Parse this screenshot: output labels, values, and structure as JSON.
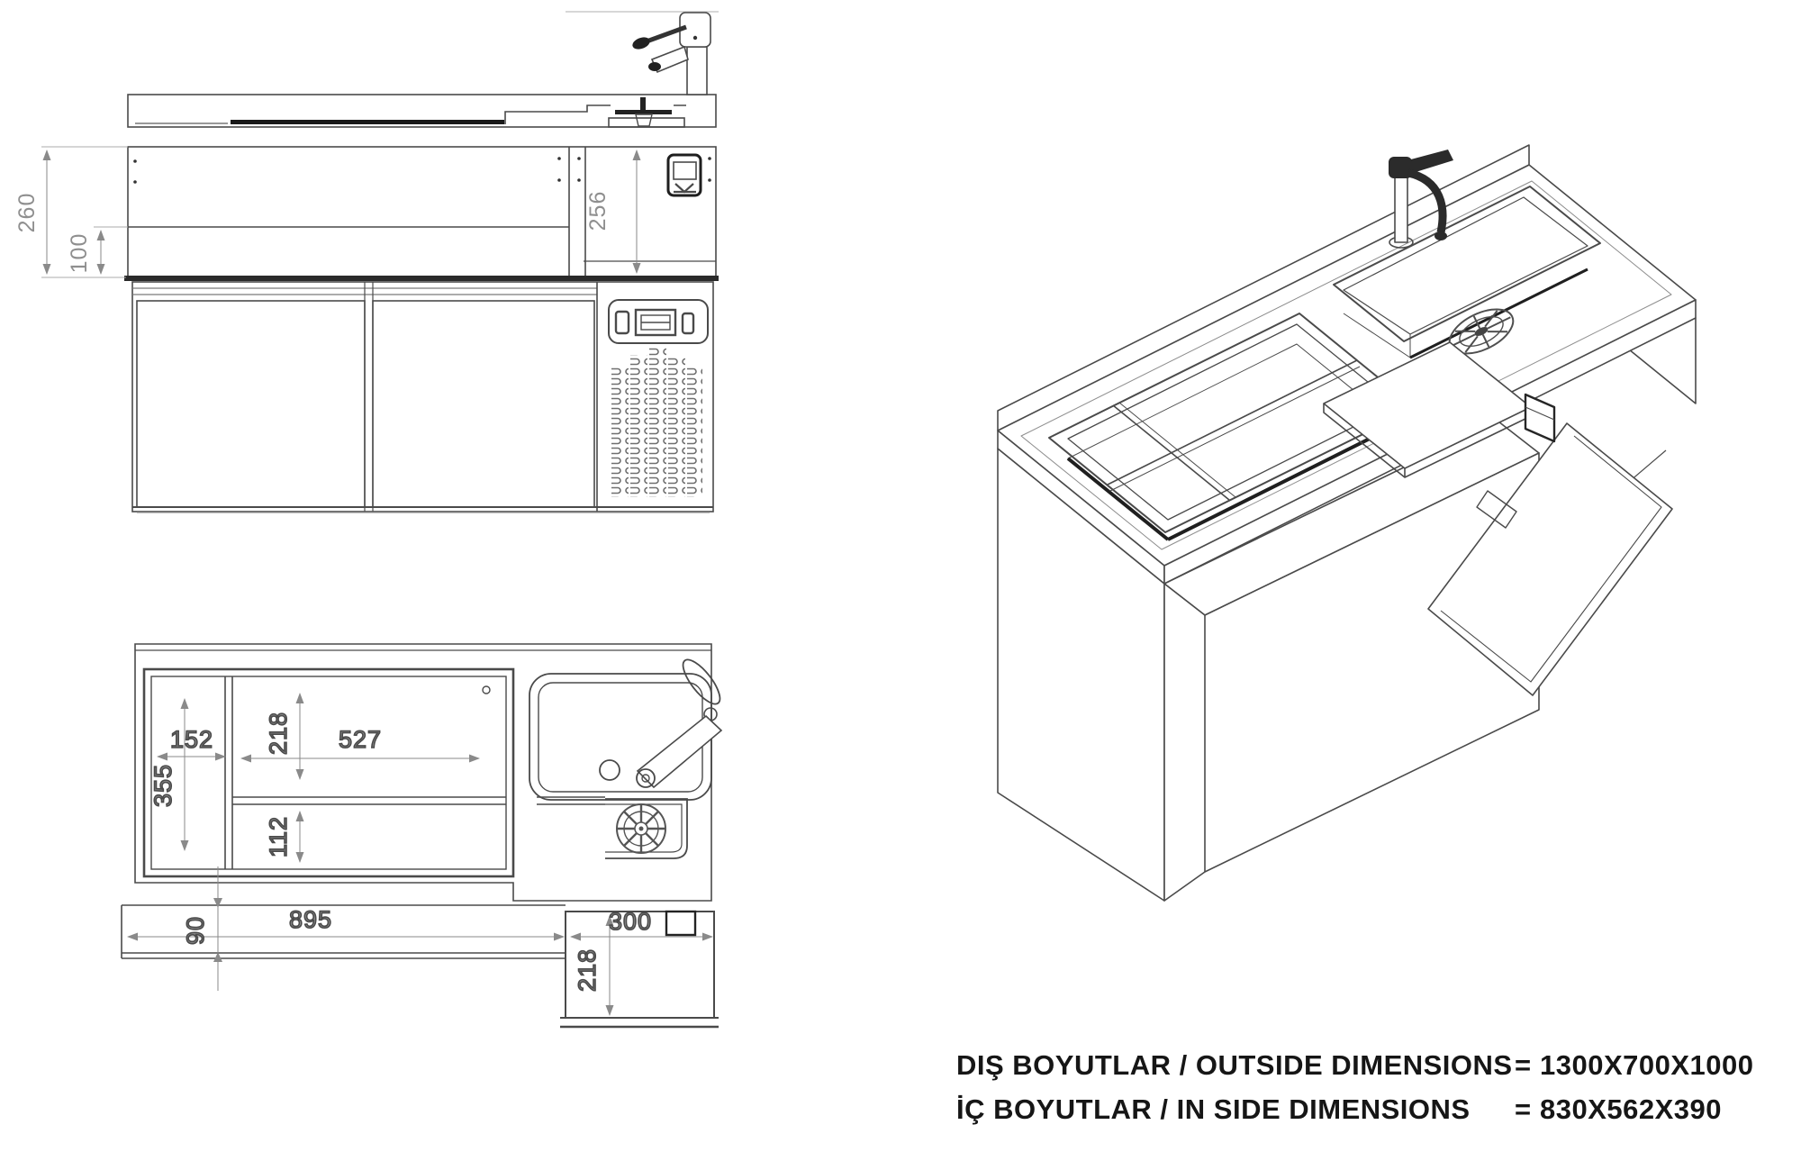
{
  "front_view": {
    "dims": {
      "height_260": "260",
      "height_100": "100",
      "height_256": "256"
    }
  },
  "plan_view": {
    "dims": {
      "width_152": "152",
      "depth_218": "218",
      "width_527": "527",
      "depth_355": "355",
      "depth_112": "112",
      "offset_90": "90",
      "width_895": "895",
      "width_300": "300",
      "depth_218_shelf": "218"
    }
  },
  "notes": {
    "outside": {
      "label": "DIŞ BOYUTLAR / OUTSIDE DIMENSIONS",
      "equals": "=",
      "value": "1300X700X1000"
    },
    "inside": {
      "label": "İÇ BOYUTLAR / IN SIDE DIMENSIONS",
      "equals": "=",
      "value": "830X562X390"
    }
  }
}
